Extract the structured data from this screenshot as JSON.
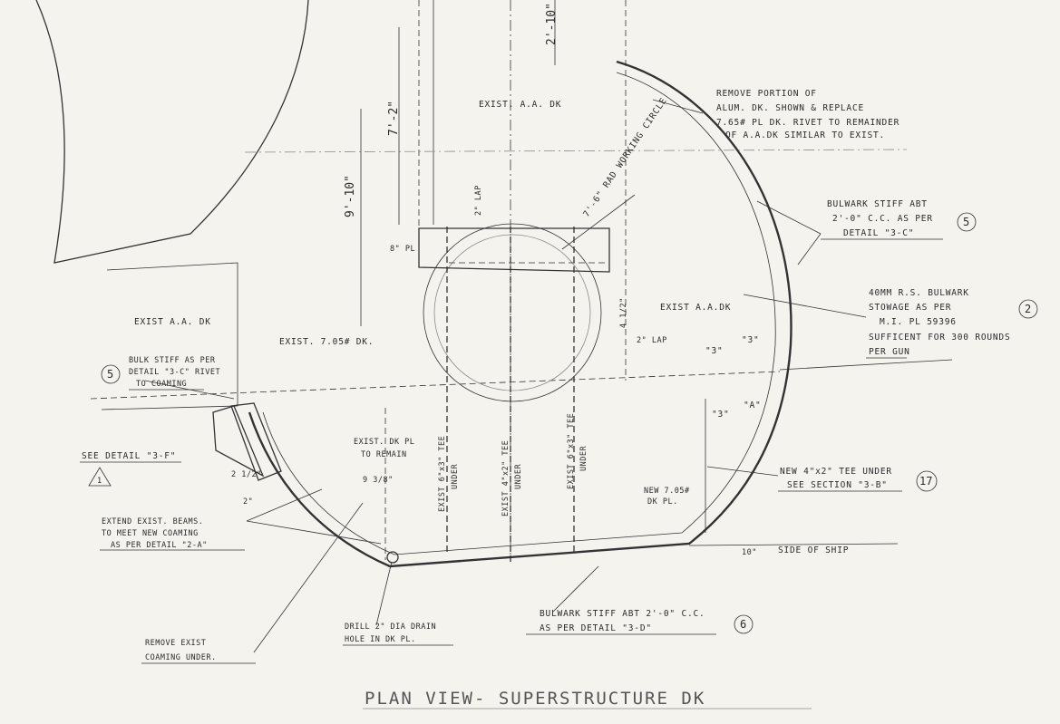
{
  "drawing": {
    "title": "PLAN VIEW- SUPERSTRUCTURE DK",
    "dimensions": {
      "top": "2'-10\"",
      "left_upper": "7'-2\"",
      "left_lower": "9'-10\"",
      "lap_top": "2\" LAP",
      "lap_side": "2\" LAP",
      "small_vert": "4 1/2\"",
      "drain_offset": "9 3/8\"",
      "lower_left_a": "2 1/2\"",
      "lower_left_b": "2\"",
      "top_small": "3\"",
      "side_ship": "10\""
    },
    "labels": {
      "exist_aa_dk_top": "EXIST. A.A. DK",
      "exist_aa_dk_left": "EXIST A.A. DK",
      "exist_aa_dk_right": "EXIST A.A.DK",
      "exist_705_dk": "EXIST. 7.05# DK.",
      "working_circle": "7'-6\" RAD WORKING CIRCLE",
      "remove_portion": [
        "REMOVE PORTION OF",
        "ALUM. DK. SHOWN & REPLACE",
        "7.65# PL DK. RIVET TO REMAINDER",
        "OF A.A.DK SIMILAR TO EXIST."
      ],
      "bulwark_stiff_top": [
        "BULWARK STIFF ABT",
        "2'-0\" C.C. AS PER",
        "DETAIL \"3-C\""
      ],
      "bulwark_40mm": [
        "40MM R.S. BULWARK",
        "STOWAGE AS PER",
        "M.I. PL 59396",
        "SUFFICENT FOR 300 ROUNDS",
        "PER GUN"
      ],
      "bulk_stiff": [
        "BULK STIFF AS PER",
        "DETAIL \"3-C\" RIVET",
        "TO COAMING"
      ],
      "see_detail_3f": "SEE DETAIL \"3-F\"",
      "exist_dk_pl": [
        "EXIST. DK PL",
        "TO REMAIN"
      ],
      "exist_tee_1": [
        "EXIST 6\"x3\" TEE",
        "UNDER"
      ],
      "exist_tee_2": [
        "EXIST 4\"x2\" TEE",
        "UNDER"
      ],
      "exist_tee_3": [
        "EXIST 6\"x3\" TEE",
        "UNDER"
      ],
      "new_705": [
        "NEW 7.05#",
        "DK PL."
      ],
      "new_tee": [
        "NEW 4\"x2\" TEE UNDER",
        "SEE SECTION \"3-B\""
      ],
      "side_of_ship": "SIDE OF SHIP",
      "extend_beams": [
        "EXTEND EXIST. BEAMS.",
        "TO MEET NEW COAMING",
        "AS PER DETAIL \"2-A\""
      ],
      "bulwark_stiff_bottom": [
        "BULWARK STIFF ABT 2'-0\" C.C.",
        "AS PER DETAIL \"3-D\""
      ],
      "drill_drain": [
        "DRILL 2\" DIA DRAIN",
        "HOLE IN DK PL."
      ],
      "remove_coaming": [
        "REMOVE EXIST",
        "COAMING UNDER."
      ],
      "section_3": "\"3\"",
      "section_3b": "\"3\"",
      "section_3c": "\"3\"",
      "section_a": "\"A\"",
      "pl_mark": "8\" PL"
    },
    "callouts": {
      "ref_5_top": "5",
      "ref_2": "2",
      "ref_5_left": "5",
      "ref_17": "17",
      "ref_6": "6",
      "ref_1": "1"
    },
    "colors": {
      "paper": "#f4f3ee",
      "ink": "#2b2b2b"
    }
  }
}
